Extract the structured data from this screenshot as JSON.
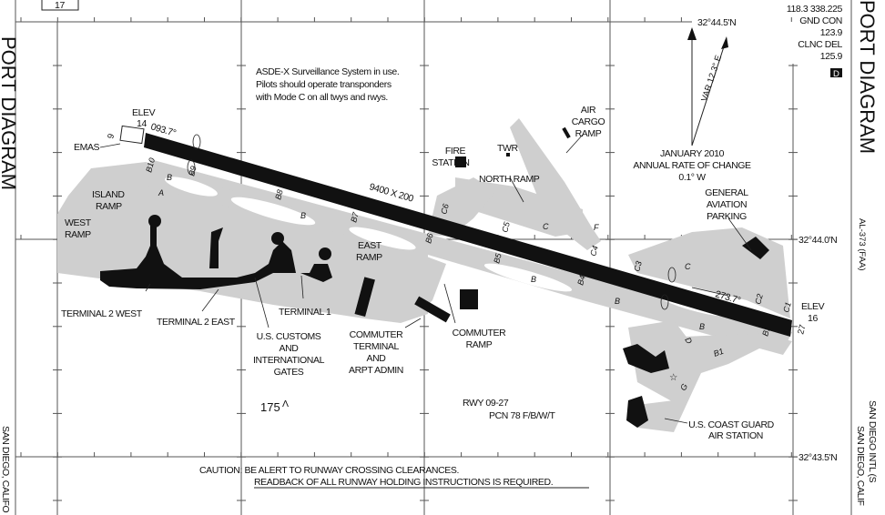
{
  "chart": {
    "page_number": "17",
    "title_left": "PORT DIAGRAM",
    "title_right": "PORT DIAGRAM",
    "chart_id": "AL-373 (FAA)",
    "airport_name": "SAN DIEGO INTL (S",
    "city_left": "SAN DIEGO, CALIFO",
    "city_right": "SAN DIEGO, CALIF",
    "atis_line": "118.3 338.225",
    "gnd_con_label": "GND CON",
    "gnd_con_freq": "123.9",
    "clnc_del_label": "CLNC DEL",
    "clnc_del_freq": "125.9",
    "airspace_badge": "D"
  },
  "coordinates": {
    "lat_top": "32°44.5'N",
    "lat_mid": "32°44.0'N",
    "lat_bottom": "32°43.5'N"
  },
  "notes": {
    "asde_line1": "ASDE-X Surveillance System in use.",
    "asde_line2": "Pilots should operate transponders",
    "asde_line3": "with Mode C on all twys and rwys.",
    "caution_line1": "CAUTION: BE ALERT TO RUNWAY CROSSING CLEARANCES.",
    "caution_line2": "READBACK OF ALL RUNWAY HOLDING INSTRUCTIONS IS REQUIRED.",
    "rwy_info_line1": "RWY 09-27",
    "rwy_info_line2": "PCN 78 F/B/W/T",
    "obstacle_elev": "175"
  },
  "magnetic": {
    "variation": "VAR 12.3° E",
    "line1": "JANUARY 2010",
    "line2": "ANNUAL RATE OF CHANGE",
    "line3": "0.1°  W"
  },
  "runway": {
    "dimensions": "9400 X 200",
    "heading_west": "093.7°",
    "heading_east": "273.7°",
    "end_west": "9",
    "end_east": "27",
    "elev_label": "ELEV",
    "elev_west": "14",
    "elev_east": "16"
  },
  "labels": {
    "emas": "EMAS",
    "island_ramp_1": "ISLAND",
    "island_ramp_2": "RAMP",
    "west_ramp_1": "WEST",
    "west_ramp_2": "RAMP",
    "east_ramp_1": "EAST",
    "east_ramp_2": "RAMP",
    "terminal_2_west": "TERMINAL 2 WEST",
    "terminal_2_east": "TERMINAL 2 EAST",
    "terminal_1": "TERMINAL 1",
    "customs_1": "U.S. CUSTOMS",
    "customs_2": "AND",
    "customs_3": "INTERNATIONAL",
    "customs_4": "GATES",
    "commuter_terminal_1": "COMMUTER",
    "commuter_terminal_2": "TERMINAL",
    "commuter_terminal_3": "AND",
    "commuter_terminal_4": "ARPT ADMIN",
    "commuter_ramp_1": "COMMUTER",
    "commuter_ramp_2": "RAMP",
    "fire_station_1": "FIRE",
    "fire_station_2": "STATION",
    "tower": "TWR",
    "north_ramp": "NORTH RAMP",
    "air_cargo_1": "AIR",
    "air_cargo_2": "CARGO",
    "air_cargo_3": "RAMP",
    "ga_1": "GENERAL",
    "ga_2": "AVIATION",
    "ga_3": "PARKING",
    "coast_guard_1": "U.S. COAST GUARD",
    "coast_guard_2": "AIR STATION"
  },
  "taxiways": {
    "A": "A",
    "B": "B",
    "C": "C",
    "D": "D",
    "F": "F",
    "G": "G",
    "B1": "B1",
    "B4": "B4",
    "B5": "B5",
    "B6": "B6",
    "B7": "B7",
    "B8": "B8",
    "B9": "B9",
    "B10": "B10",
    "C1": "C1",
    "C2": "C2",
    "C3": "C3",
    "C4": "C4",
    "C5": "C5",
    "C6": "C6"
  }
}
